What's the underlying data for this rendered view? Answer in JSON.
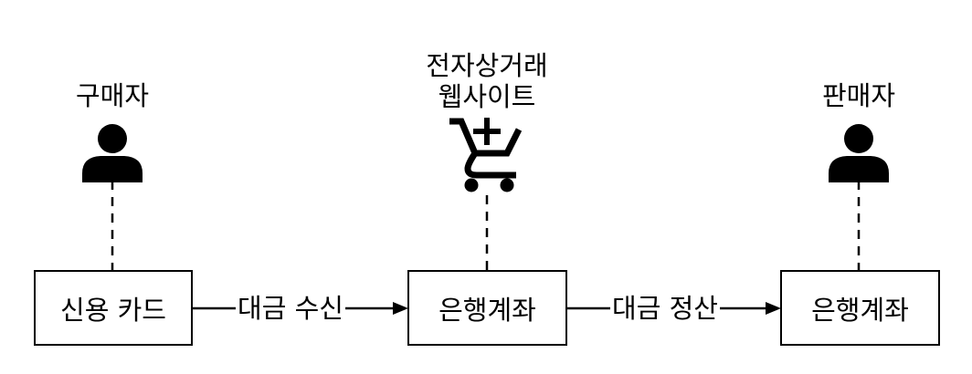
{
  "actors": {
    "buyer": "구매자",
    "website_line1": "전자상거래",
    "website_line2": "웹사이트",
    "seller": "판매자"
  },
  "boxes": {
    "credit_card": "신용 카드",
    "bank_account_1": "은행계좌",
    "bank_account_2": "은행계좌"
  },
  "edges": {
    "receive_payment": "대금 수신",
    "settle_payment": "대금 정산"
  },
  "icons": {
    "buyer": "person-icon",
    "website": "cart-plus-icon",
    "seller": "person-icon"
  }
}
